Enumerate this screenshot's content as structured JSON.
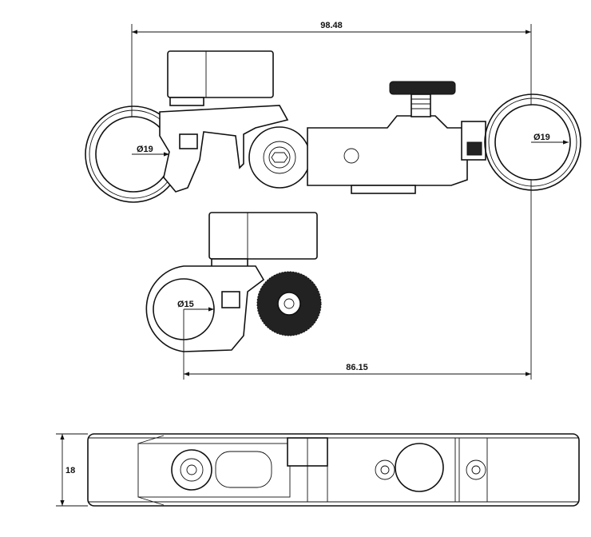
{
  "drawing": {
    "dimensions": {
      "overall_width": "98.48",
      "left_rod_diameter": "Ø19",
      "right_rod_diameter": "Ø19",
      "small_rod_diameter": "Ø15",
      "small_clamp_distance": "86.15",
      "thickness": "18"
    }
  }
}
